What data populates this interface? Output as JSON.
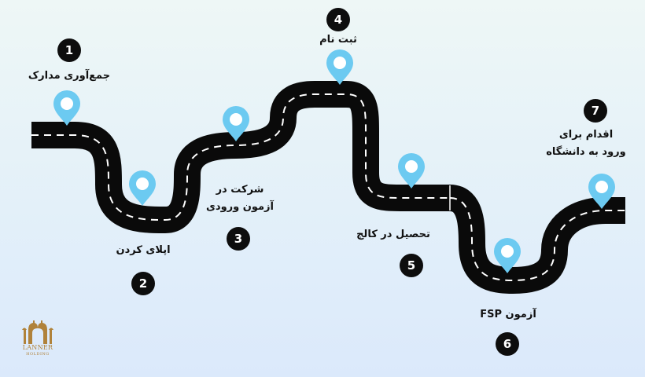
{
  "steps": [
    {
      "number": "1",
      "lines": [
        "جمع‌آوری مدارک"
      ]
    },
    {
      "number": "2",
      "lines": [
        "اپلای کردن"
      ]
    },
    {
      "number": "3",
      "lines": [
        "شرکت در",
        "آزمون ورودی"
      ]
    },
    {
      "number": "4",
      "lines": [
        "ثبت نام"
      ]
    },
    {
      "number": "5",
      "lines": [
        "تحصیل در کالج"
      ]
    },
    {
      "number": "6",
      "lines": [
        "آزمون FSP"
      ]
    },
    {
      "number": "7",
      "lines": [
        "اقدام برای",
        "ورود به دانشگاه"
      ]
    }
  ],
  "logo": {
    "name": "LANNER",
    "sub": "HOLDING"
  },
  "colors": {
    "road": "#0a0a0a",
    "dash": "#ffffff",
    "pin": "#6ccaf1",
    "pin_dot": "#ffffff",
    "badge": "#0d0d0d",
    "logo": "#b0823a"
  },
  "icons": {
    "pin": "map-pin-icon",
    "logo": "lanner-gate-logo"
  }
}
